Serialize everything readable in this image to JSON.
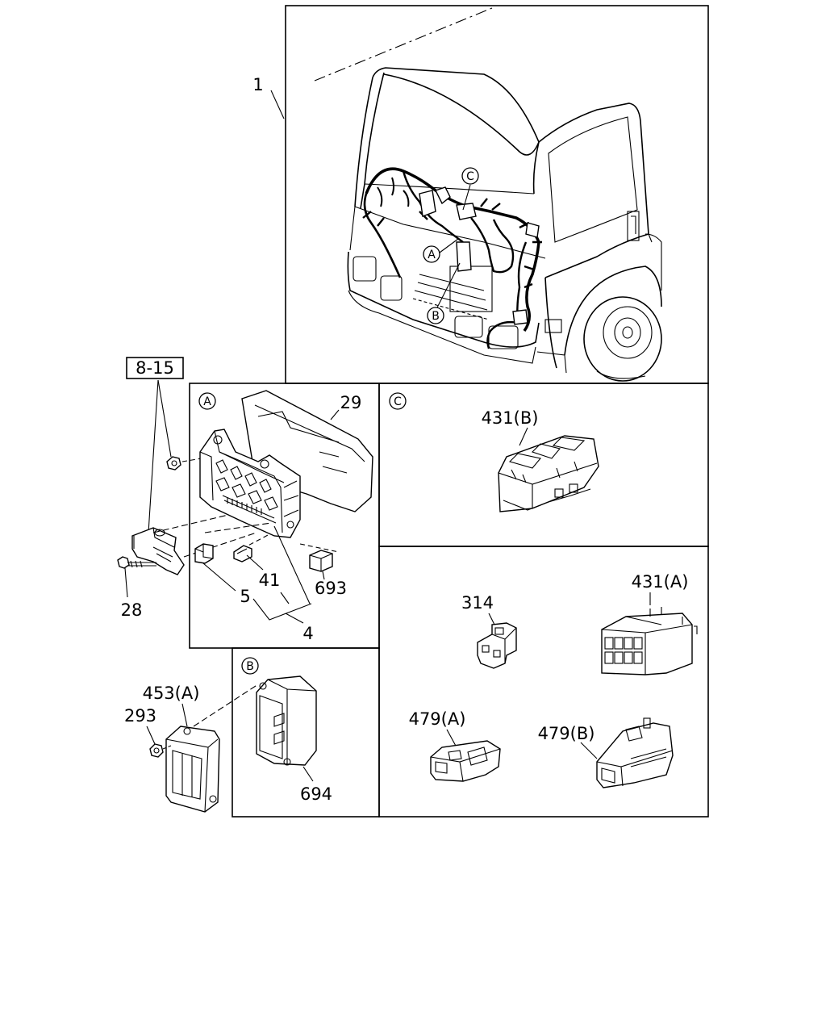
{
  "figure": {
    "labels": {
      "p1": "1",
      "p8_15": "8-15",
      "p29": "29",
      "p41": "41",
      "p693": "693",
      "p5": "5",
      "p4": "4",
      "p28": "28",
      "p453A": "453(A)",
      "p293": "293",
      "p694": "694",
      "p431B": "431(B)",
      "p314": "314",
      "p431A": "431(A)",
      "p479A": "479(A)",
      "p479B": "479(B)"
    },
    "callouts": {
      "A": "A",
      "B": "B",
      "C": "C"
    }
  }
}
